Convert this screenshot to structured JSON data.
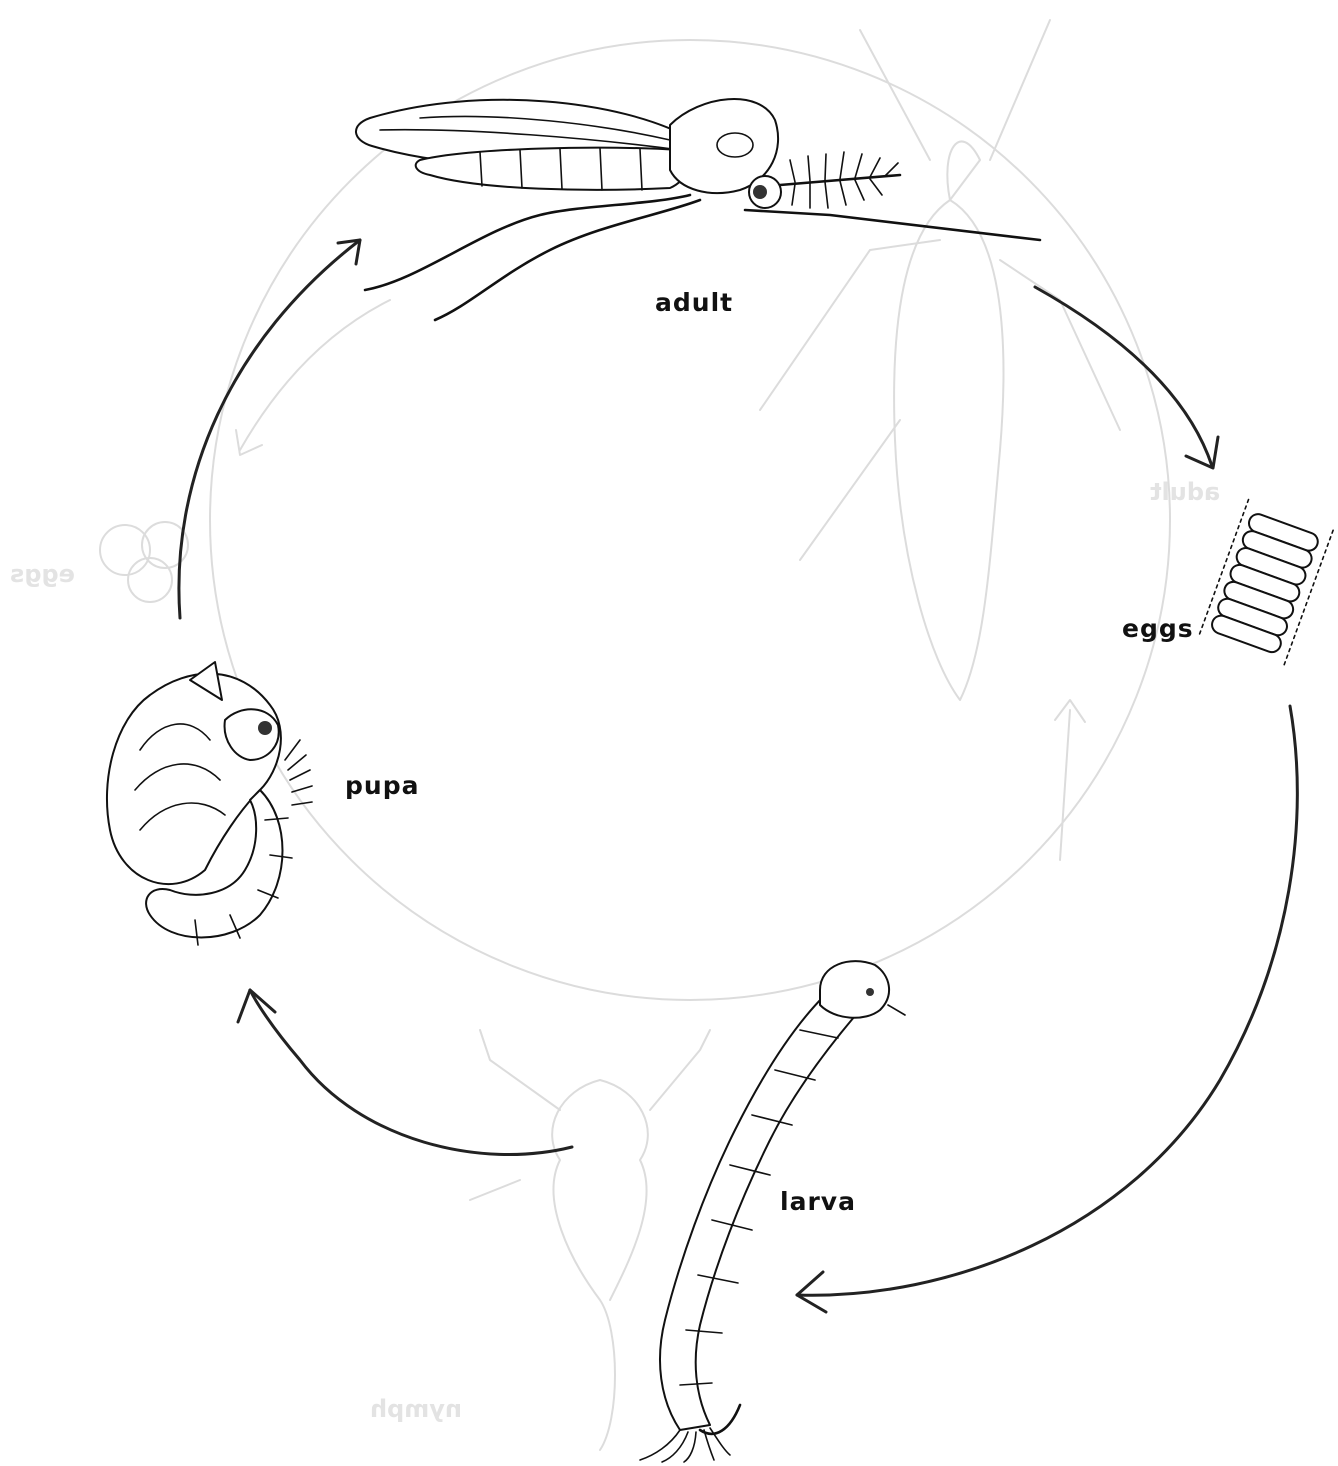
{
  "diagram": {
    "stages": {
      "adult": "adult",
      "eggs": "eggs",
      "larva": "larva",
      "pupa": "pupa"
    },
    "ghost_labels": {
      "eggs": "eggs",
      "nymph": "nymph",
      "adult": "adult"
    },
    "colors": {
      "ink": "#111111",
      "ghost": "#dcdcdc",
      "background": "#ffffff"
    }
  }
}
